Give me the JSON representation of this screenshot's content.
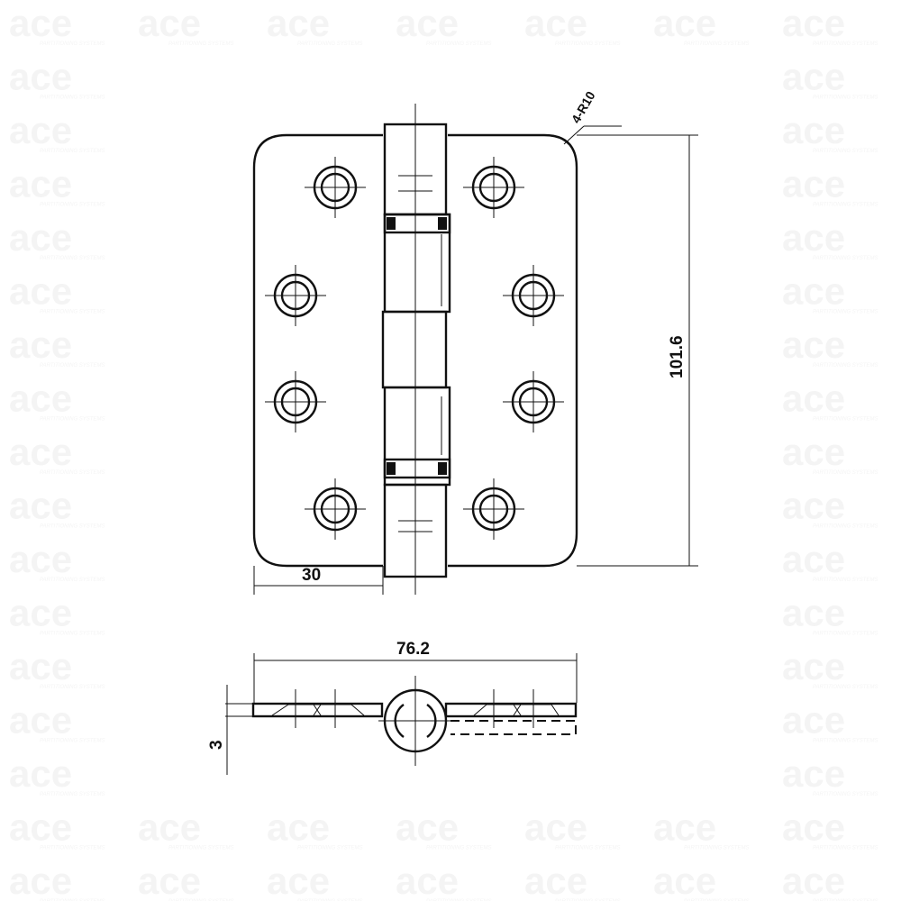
{
  "watermark": {
    "brand": "ace",
    "tagline": "PARTITIONING SYSTEMS",
    "color": "#f4f4f4",
    "accent": "#fbeaea"
  },
  "dimensions": {
    "width_leaf": "30",
    "height": "101.6",
    "corner_radius": "4-R10",
    "total_width": "76.2",
    "thickness": "3"
  }
}
